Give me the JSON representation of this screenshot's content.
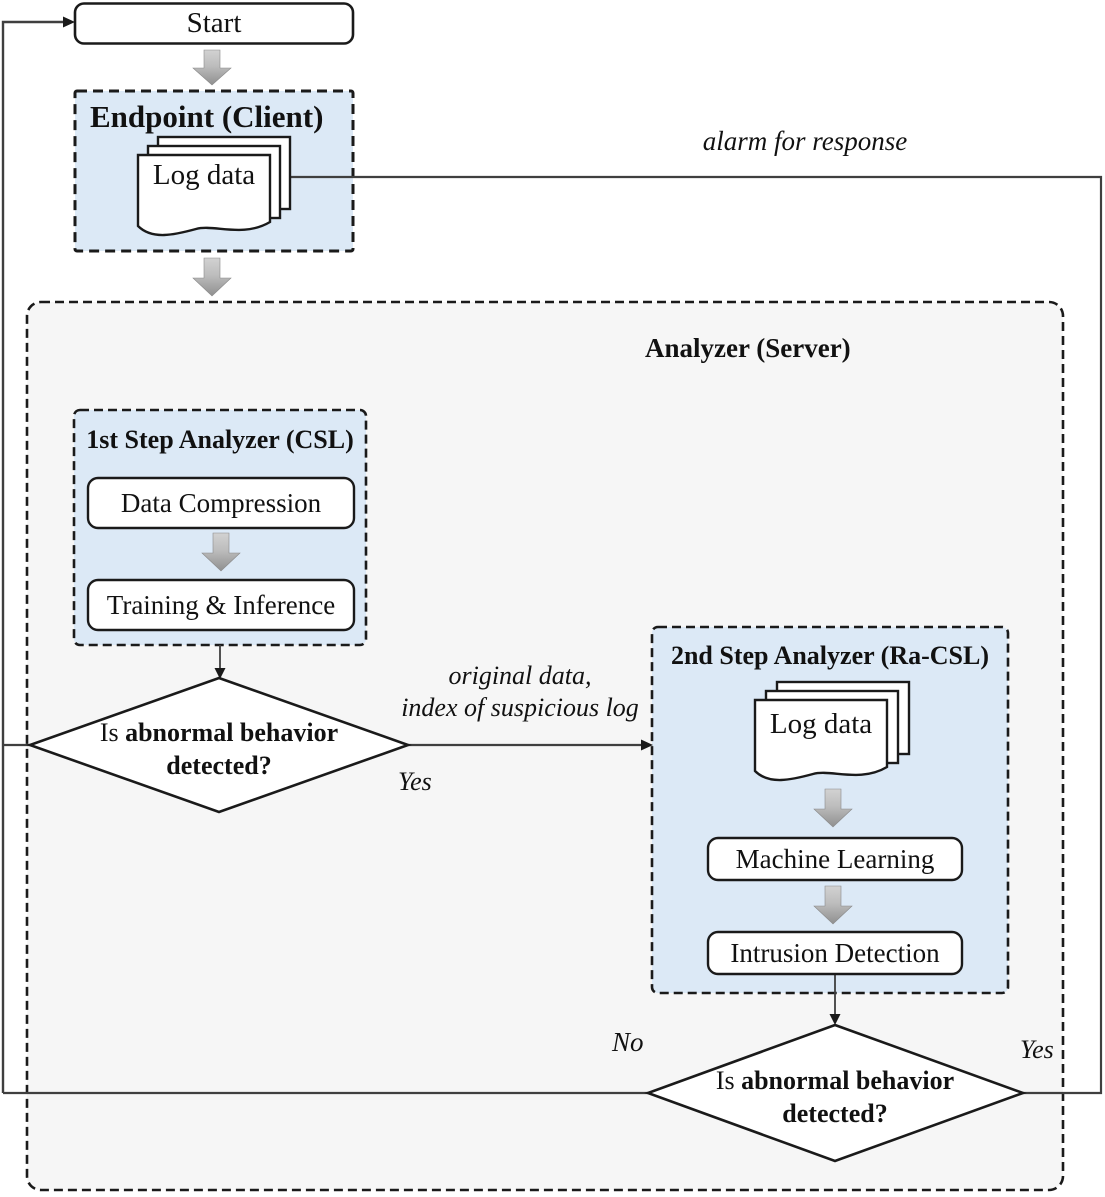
{
  "colors": {
    "node_fill": "#dce9f6",
    "server_fill": "#f6f6f6",
    "line": "#3f3f3f",
    "border": "#1a1a1a"
  },
  "start": {
    "label": "Start"
  },
  "endpoint": {
    "title": "Endpoint (Client)",
    "document_label": "Log data"
  },
  "analyzer": {
    "title": "Analyzer (Server)"
  },
  "first_step": {
    "title": "1st Step Analyzer (CSL)",
    "process_1": "Data Compression",
    "process_2": "Training & Inference"
  },
  "second_step": {
    "title": "2nd Step Analyzer (Ra-CSL)",
    "document_label": "Log data",
    "process_1": "Machine Learning",
    "process_2": "Intrusion Detection"
  },
  "decision_1": {
    "text_prefix": "Is ",
    "text_bold": "abnormal behavior",
    "text_line2": "detected?",
    "yes_label": "Yes"
  },
  "decision_2": {
    "text_prefix": "Is ",
    "text_bold": "abnormal behavior",
    "text_line2": "detected?",
    "no_label": "No",
    "yes_label": "Yes"
  },
  "edge_labels": {
    "alarm": "alarm for response",
    "to_second_step_line1": "original data,",
    "to_second_step_line2": "index of suspicious log"
  }
}
